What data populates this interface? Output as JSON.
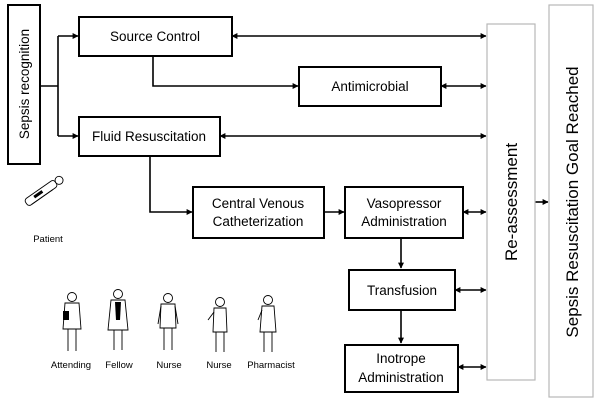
{
  "diagram": {
    "sepsis_recognition": "Sepsis recognition",
    "source_control": "Source Control",
    "antimicrobial": "Antimicrobial",
    "fluid_resuscitation": "Fluid Resuscitation",
    "central_venous": [
      "Central Venous",
      "Catheterization"
    ],
    "vasopressor": [
      "Vasopressor",
      "Administration"
    ],
    "transfusion": "Transfusion",
    "inotrope": [
      "Inotrope",
      "Administration"
    ],
    "reassessment": "Re-assessment",
    "goal": "Sepsis Resuscitation Goal Reached"
  },
  "people": {
    "patient": "Patient",
    "attending": "Attending",
    "fellow": "Fellow",
    "nurse1": "Nurse",
    "nurse2": "Nurse",
    "pharmacist": "Pharmacist"
  }
}
